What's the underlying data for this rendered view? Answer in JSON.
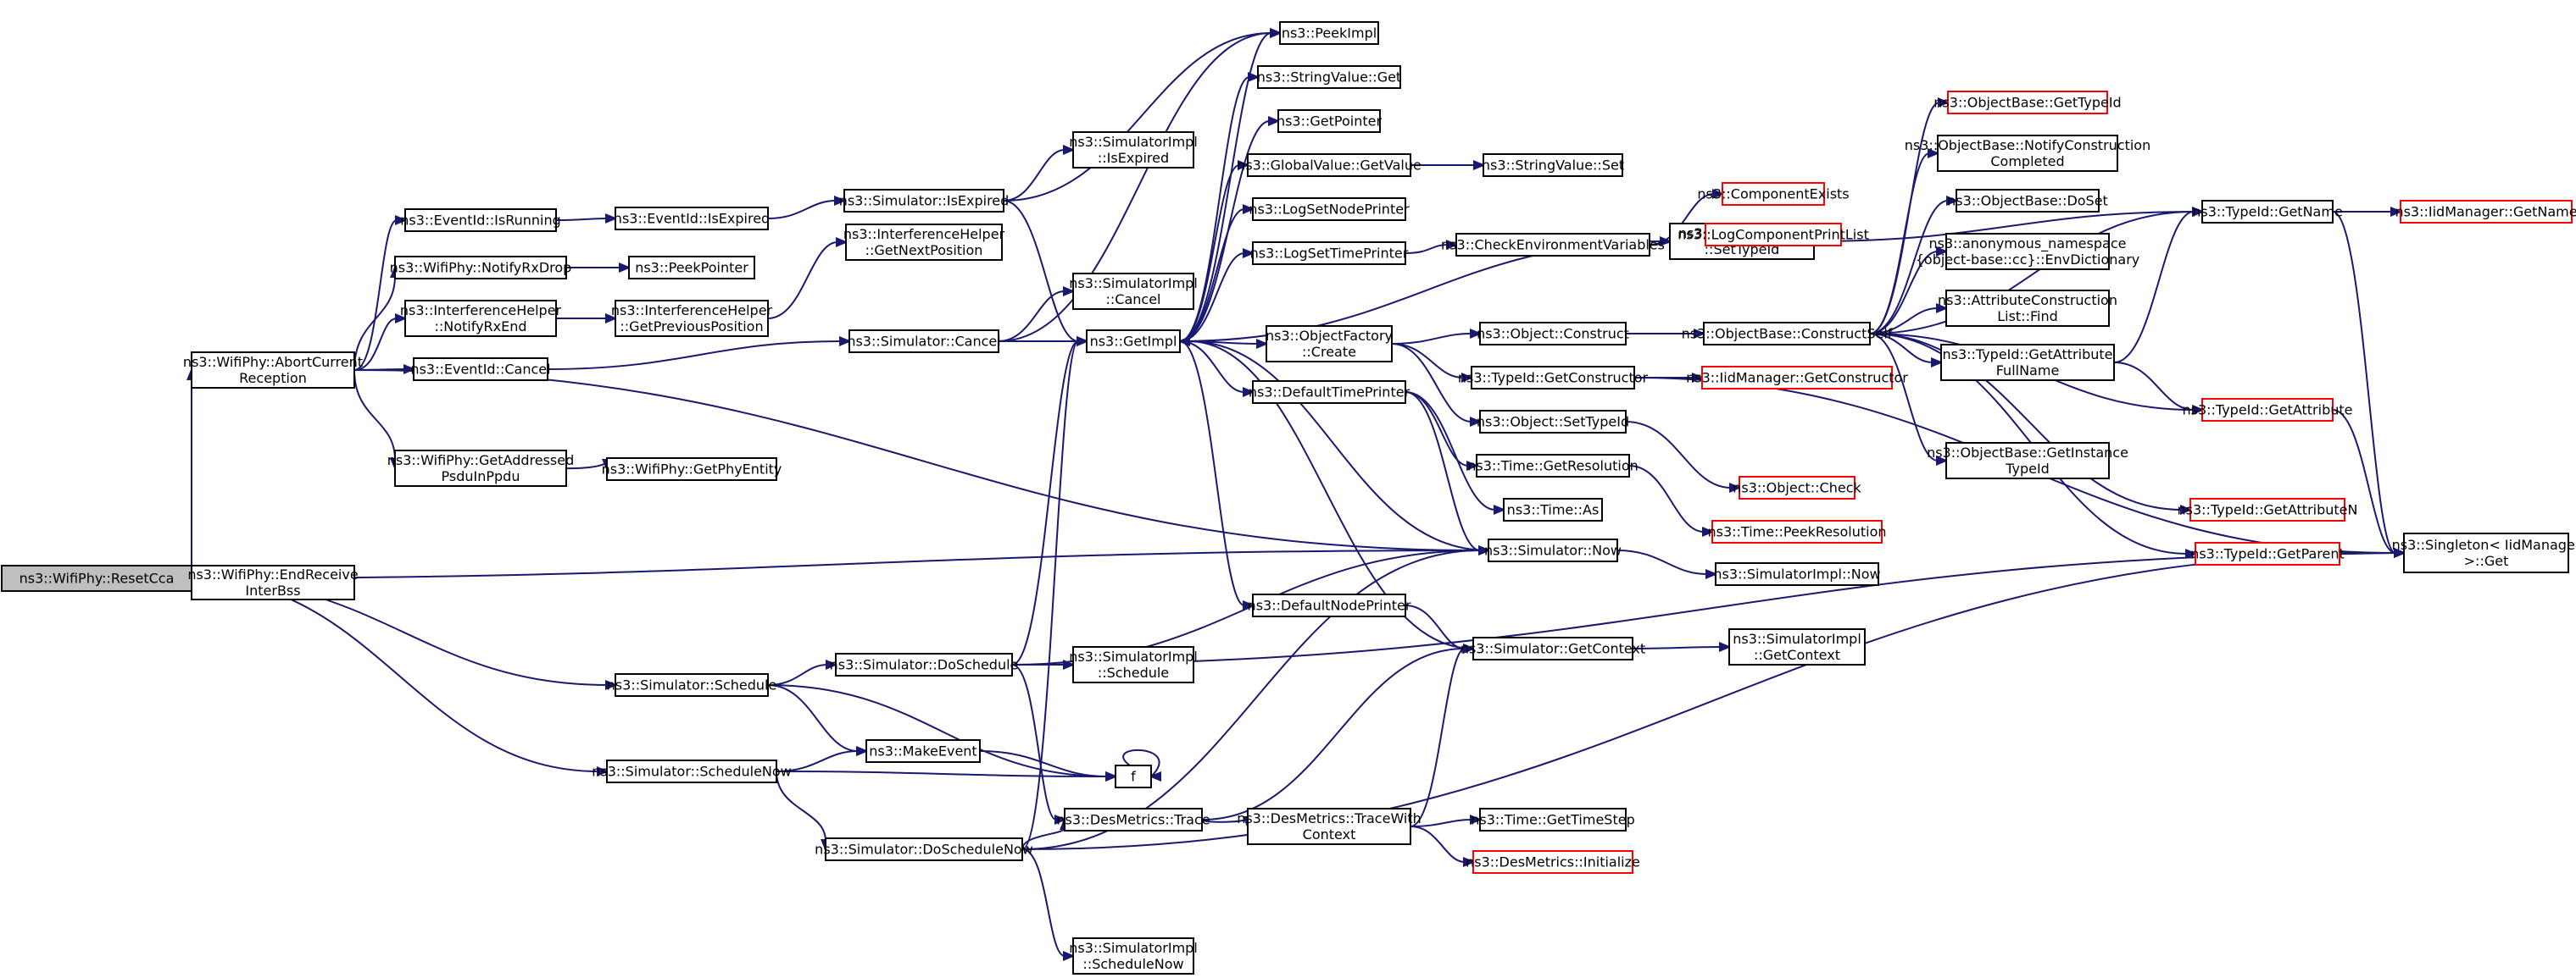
{
  "colors": {
    "edge": "#191970",
    "node_border": "#000000",
    "node_border_incomplete": "#ff0000",
    "root_fill": "#bfbfbf"
  },
  "nodes": [
    {
      "id": "resetcca",
      "lines": [
        "ns3::WifiPhy::ResetCca"
      ],
      "style": "root"
    },
    {
      "id": "abortcurrent",
      "lines": [
        "ns3::WifiPhy::AbortCurrent",
        "Reception"
      ]
    },
    {
      "id": "endreceive",
      "lines": [
        "ns3::WifiPhy::EndReceive",
        "InterBss"
      ]
    },
    {
      "id": "schedule",
      "lines": [
        "ns3::Simulator::Schedule"
      ]
    },
    {
      "id": "schedulenow",
      "lines": [
        "ns3::Simulator::ScheduleNow"
      ]
    },
    {
      "id": "isrunning",
      "lines": [
        "ns3::EventId::IsRunning"
      ]
    },
    {
      "id": "notifyrxdrop",
      "lines": [
        "ns3::WifiPhy::NotifyRxDrop"
      ]
    },
    {
      "id": "ihnotifyrxend",
      "lines": [
        "ns3::InterferenceHelper",
        "::NotifyRxEnd"
      ]
    },
    {
      "id": "eventcancel",
      "lines": [
        "ns3::EventId::Cancel"
      ]
    },
    {
      "id": "getaddressed",
      "lines": [
        "ns3::WifiPhy::GetAddressed",
        "PsduInPpdu"
      ]
    },
    {
      "id": "eventisexpired",
      "lines": [
        "ns3::EventId::IsExpired"
      ]
    },
    {
      "id": "peekpointer",
      "lines": [
        "ns3::PeekPointer"
      ]
    },
    {
      "id": "getprevpos",
      "lines": [
        "ns3::InterferenceHelper",
        "::GetPreviousPosition"
      ]
    },
    {
      "id": "getphyentity",
      "lines": [
        "ns3::WifiPhy::GetPhyEntity"
      ]
    },
    {
      "id": "simisexpired",
      "lines": [
        "ns3::Simulator::IsExpired"
      ]
    },
    {
      "id": "getnextpos",
      "lines": [
        "ns3::InterferenceHelper",
        "::GetNextPosition"
      ]
    },
    {
      "id": "simcancel",
      "lines": [
        "ns3::Simulator::Cancel"
      ]
    },
    {
      "id": "doschedule",
      "lines": [
        "ns3::Simulator::DoSchedule"
      ]
    },
    {
      "id": "makeevent",
      "lines": [
        "ns3::MakeEvent"
      ]
    },
    {
      "id": "doschedulenow",
      "lines": [
        "ns3::Simulator::DoScheduleNow"
      ]
    },
    {
      "id": "implisexpired",
      "lines": [
        "ns3::SimulatorImpl",
        "::IsExpired"
      ]
    },
    {
      "id": "implcancel",
      "lines": [
        "ns3::SimulatorImpl",
        "::Cancel"
      ]
    },
    {
      "id": "getimpl",
      "lines": [
        "ns3::GetImpl"
      ]
    },
    {
      "id": "implschedule",
      "lines": [
        "ns3::SimulatorImpl",
        "::Schedule"
      ]
    },
    {
      "id": "f",
      "lines": [
        "f"
      ]
    },
    {
      "id": "destrace",
      "lines": [
        "ns3::DesMetrics::Trace"
      ]
    },
    {
      "id": "implschedulenow",
      "lines": [
        "ns3::SimulatorImpl",
        "::ScheduleNow"
      ]
    },
    {
      "id": "peekimpl",
      "lines": [
        "ns3::PeekImpl"
      ]
    },
    {
      "id": "stringvalueget",
      "lines": [
        "ns3::StringValue::Get"
      ]
    },
    {
      "id": "getpointer",
      "lines": [
        "ns3::GetPointer"
      ]
    },
    {
      "id": "globalvaluegetvalue",
      "lines": [
        "ns3::GlobalValue::GetValue"
      ]
    },
    {
      "id": "logsetnodeprinter",
      "lines": [
        "ns3::LogSetNodePrinter"
      ]
    },
    {
      "id": "logsettimeprinter",
      "lines": [
        "ns3::LogSetTimePrinter"
      ]
    },
    {
      "id": "objfactorycreate",
      "lines": [
        "ns3::ObjectFactory",
        "::Create"
      ]
    },
    {
      "id": "defaulttimeprinter",
      "lines": [
        "ns3::DefaultTimePrinter"
      ]
    },
    {
      "id": "defaultnodeprinter",
      "lines": [
        "ns3::DefaultNodePrinter"
      ]
    },
    {
      "id": "destracewithcontext",
      "lines": [
        "ns3::DesMetrics::TraceWith",
        "Context"
      ]
    },
    {
      "id": "stringvalueset",
      "lines": [
        "ns3::StringValue::Set"
      ]
    },
    {
      "id": "checkenv",
      "lines": [
        "ns3::CheckEnvironmentVariables"
      ]
    },
    {
      "id": "objfactorysettypeid",
      "lines": [
        "ns3::ObjectFactory",
        "::SetTypeId"
      ]
    },
    {
      "id": "objectconstruct",
      "lines": [
        "ns3::Object::Construct"
      ]
    },
    {
      "id": "typeidgetconstructor",
      "lines": [
        "ns3::TypeId::GetConstructor"
      ]
    },
    {
      "id": "objectsettypeid",
      "lines": [
        "ns3::Object::SetTypeId"
      ]
    },
    {
      "id": "timegetresolution",
      "lines": [
        "ns3::Time::GetResolution"
      ]
    },
    {
      "id": "timeas",
      "lines": [
        "ns3::Time::As"
      ]
    },
    {
      "id": "simnow",
      "lines": [
        "ns3::Simulator::Now"
      ]
    },
    {
      "id": "simgetcontext",
      "lines": [
        "ns3::Simulator::GetContext"
      ]
    },
    {
      "id": "timegettimestep",
      "lines": [
        "ns3::Time::GetTimeStep"
      ]
    },
    {
      "id": "desinitialize",
      "lines": [
        "ns3::DesMetrics::Initialize"
      ],
      "style": "red"
    },
    {
      "id": "componentexists",
      "lines": [
        "ns3::ComponentExists"
      ],
      "style": "red"
    },
    {
      "id": "logcomponentprintlist",
      "lines": [
        "ns3::LogComponentPrintList"
      ],
      "style": "red"
    },
    {
      "id": "objbaseconstructself",
      "lines": [
        "ns3::ObjectBase::ConstructSelf"
      ]
    },
    {
      "id": "iidmanagergetconstructor",
      "lines": [
        "ns3::IidManager::GetConstructor"
      ],
      "style": "red"
    },
    {
      "id": "objectcheck",
      "lines": [
        "ns3::Object::Check"
      ],
      "style": "red"
    },
    {
      "id": "timepeekresolution",
      "lines": [
        "ns3::Time::PeekResolution"
      ],
      "style": "red"
    },
    {
      "id": "implnow",
      "lines": [
        "ns3::SimulatorImpl::Now"
      ]
    },
    {
      "id": "implgetcontext",
      "lines": [
        "ns3::SimulatorImpl",
        "::GetContext"
      ]
    },
    {
      "id": "objbasegettypeid",
      "lines": [
        "ns3::ObjectBase::GetTypeId"
      ],
      "style": "red"
    },
    {
      "id": "objbasenotifyconstruction",
      "lines": [
        "ns3::ObjectBase::NotifyConstruction",
        "Completed"
      ]
    },
    {
      "id": "objbasedoset",
      "lines": [
        "ns3::ObjectBase::DoSet"
      ]
    },
    {
      "id": "envdictionary",
      "lines": [
        "ns3::anonymous_namespace",
        "{object-base::cc}::EnvDictionary"
      ]
    },
    {
      "id": "attrconstructionfind",
      "lines": [
        "ns3::AttributeConstruction",
        "List::Find"
      ]
    },
    {
      "id": "typeidgetattributefullname",
      "lines": [
        "ns3::TypeId::GetAttribute",
        "FullName"
      ]
    },
    {
      "id": "objbasegetinstancetypeid",
      "lines": [
        "ns3::ObjectBase::GetInstance",
        "TypeId"
      ]
    },
    {
      "id": "typeidgetname",
      "lines": [
        "ns3::TypeId::GetName"
      ]
    },
    {
      "id": "typeidgetattribute",
      "lines": [
        "ns3::TypeId::GetAttribute"
      ],
      "style": "red"
    },
    {
      "id": "typeidgetattributen",
      "lines": [
        "ns3::TypeId::GetAttributeN"
      ],
      "style": "red"
    },
    {
      "id": "typeidgetparent",
      "lines": [
        "ns3::TypeId::GetParent"
      ],
      "style": "red"
    },
    {
      "id": "iidmanagergetname",
      "lines": [
        "ns3::IidManager::GetName"
      ],
      "style": "red"
    },
    {
      "id": "singletonget",
      "lines": [
        "ns3::Singleton< IidManager",
        " >::Get"
      ]
    }
  ],
  "edges": [
    [
      "resetcca",
      "abortcurrent"
    ],
    [
      "resetcca",
      "endreceive"
    ],
    [
      "resetcca",
      "schedule"
    ],
    [
      "resetcca",
      "schedulenow"
    ],
    [
      "resetcca",
      "simnow"
    ],
    [
      "abortcurrent",
      "isrunning"
    ],
    [
      "abortcurrent",
      "notifyrxdrop"
    ],
    [
      "abortcurrent",
      "ihnotifyrxend"
    ],
    [
      "abortcurrent",
      "eventcancel"
    ],
    [
      "abortcurrent",
      "getaddressed"
    ],
    [
      "abortcurrent",
      "simnow"
    ],
    [
      "isrunning",
      "eventisexpired"
    ],
    [
      "eventisexpired",
      "simisexpired"
    ],
    [
      "notifyrxdrop",
      "peekpointer"
    ],
    [
      "ihnotifyrxend",
      "getprevpos"
    ],
    [
      "getprevpos",
      "getnextpos"
    ],
    [
      "eventcancel",
      "simcancel"
    ],
    [
      "getaddressed",
      "getphyentity"
    ],
    [
      "simisexpired",
      "implisexpired"
    ],
    [
      "simisexpired",
      "getimpl"
    ],
    [
      "simisexpired",
      "peekimpl"
    ],
    [
      "simcancel",
      "implcancel"
    ],
    [
      "simcancel",
      "getimpl"
    ],
    [
      "simcancel",
      "peekimpl"
    ],
    [
      "schedule",
      "doschedule"
    ],
    [
      "schedule",
      "makeevent"
    ],
    [
      "schedule",
      "f"
    ],
    [
      "schedulenow",
      "makeevent"
    ],
    [
      "schedulenow",
      "f"
    ],
    [
      "schedulenow",
      "doschedulenow"
    ],
    [
      "doschedule",
      "getimpl"
    ],
    [
      "doschedule",
      "implschedule"
    ],
    [
      "doschedule",
      "destrace"
    ],
    [
      "doschedule",
      "simnow"
    ],
    [
      "doschedule",
      "singletonget"
    ],
    [
      "doschedulenow",
      "getimpl"
    ],
    [
      "doschedulenow",
      "destrace"
    ],
    [
      "doschedulenow",
      "implschedulenow"
    ],
    [
      "doschedulenow",
      "simnow"
    ],
    [
      "doschedulenow",
      "singletonget"
    ],
    [
      "makeevent",
      "f"
    ],
    [
      "f",
      "f"
    ],
    [
      "destrace",
      "destracewithcontext"
    ],
    [
      "destrace",
      "simgetcontext"
    ],
    [
      "getimpl",
      "peekimpl"
    ],
    [
      "getimpl",
      "stringvalueget"
    ],
    [
      "getimpl",
      "getpointer"
    ],
    [
      "getimpl",
      "globalvaluegetvalue"
    ],
    [
      "getimpl",
      "logsetnodeprinter"
    ],
    [
      "getimpl",
      "logsettimeprinter"
    ],
    [
      "getimpl",
      "objfactorysettypeid"
    ],
    [
      "getimpl",
      "objfactorycreate"
    ],
    [
      "getimpl",
      "defaulttimeprinter"
    ],
    [
      "getimpl",
      "defaultnodeprinter"
    ],
    [
      "globalvaluegetvalue",
      "stringvalueset"
    ],
    [
      "logsettimeprinter",
      "checkenv"
    ],
    [
      "checkenv",
      "componentexists"
    ],
    [
      "checkenv",
      "logcomponentprintlist"
    ],
    [
      "objfactorycreate",
      "objectconstruct"
    ],
    [
      "objfactorycreate",
      "typeidgetconstructor"
    ],
    [
      "objfactorycreate",
      "objectsettypeid"
    ],
    [
      "objfactorysettypeid",
      "typeidgetname"
    ],
    [
      "defaulttimeprinter",
      "timegetresolution"
    ],
    [
      "defaulttimeprinter",
      "timeas"
    ],
    [
      "defaulttimeprinter",
      "simnow"
    ],
    [
      "defaultnodeprinter",
      "simgetcontext"
    ],
    [
      "simnow",
      "getimpl"
    ],
    [
      "simnow",
      "implnow"
    ],
    [
      "simgetcontext",
      "getimpl"
    ],
    [
      "simgetcontext",
      "implgetcontext"
    ],
    [
      "destracewithcontext",
      "timegettimestep"
    ],
    [
      "destracewithcontext",
      "desinitialize"
    ],
    [
      "destracewithcontext",
      "simgetcontext"
    ],
    [
      "timegetresolution",
      "timepeekresolution"
    ],
    [
      "objectsettypeid",
      "objectcheck"
    ],
    [
      "objectconstruct",
      "objbaseconstructself"
    ],
    [
      "typeidgetconstructor",
      "iidmanagergetconstructor"
    ],
    [
      "typeidgetconstructor",
      "singletonget"
    ],
    [
      "objbaseconstructself",
      "objbasegettypeid"
    ],
    [
      "objbaseconstructself",
      "objbasenotifyconstruction"
    ],
    [
      "objbaseconstructself",
      "objbasedoset"
    ],
    [
      "objbaseconstructself",
      "envdictionary"
    ],
    [
      "objbaseconstructself",
      "attrconstructionfind"
    ],
    [
      "objbaseconstructself",
      "typeidgetattributefullname"
    ],
    [
      "objbaseconstructself",
      "objbasegetinstancetypeid"
    ],
    [
      "objbaseconstructself",
      "typeidgetname"
    ],
    [
      "objbaseconstructself",
      "typeidgetattribute"
    ],
    [
      "objbaseconstructself",
      "typeidgetattributen"
    ],
    [
      "objbaseconstructself",
      "typeidgetparent"
    ],
    [
      "typeidgetattributefullname",
      "typeidgetname"
    ],
    [
      "typeidgetattributefullname",
      "typeidgetattribute"
    ],
    [
      "typeidgetname",
      "iidmanagergetname"
    ],
    [
      "typeidgetname",
      "singletonget"
    ],
    [
      "typeidgetattribute",
      "singletonget"
    ],
    [
      "typeidgetparent",
      "singletonget"
    ]
  ]
}
